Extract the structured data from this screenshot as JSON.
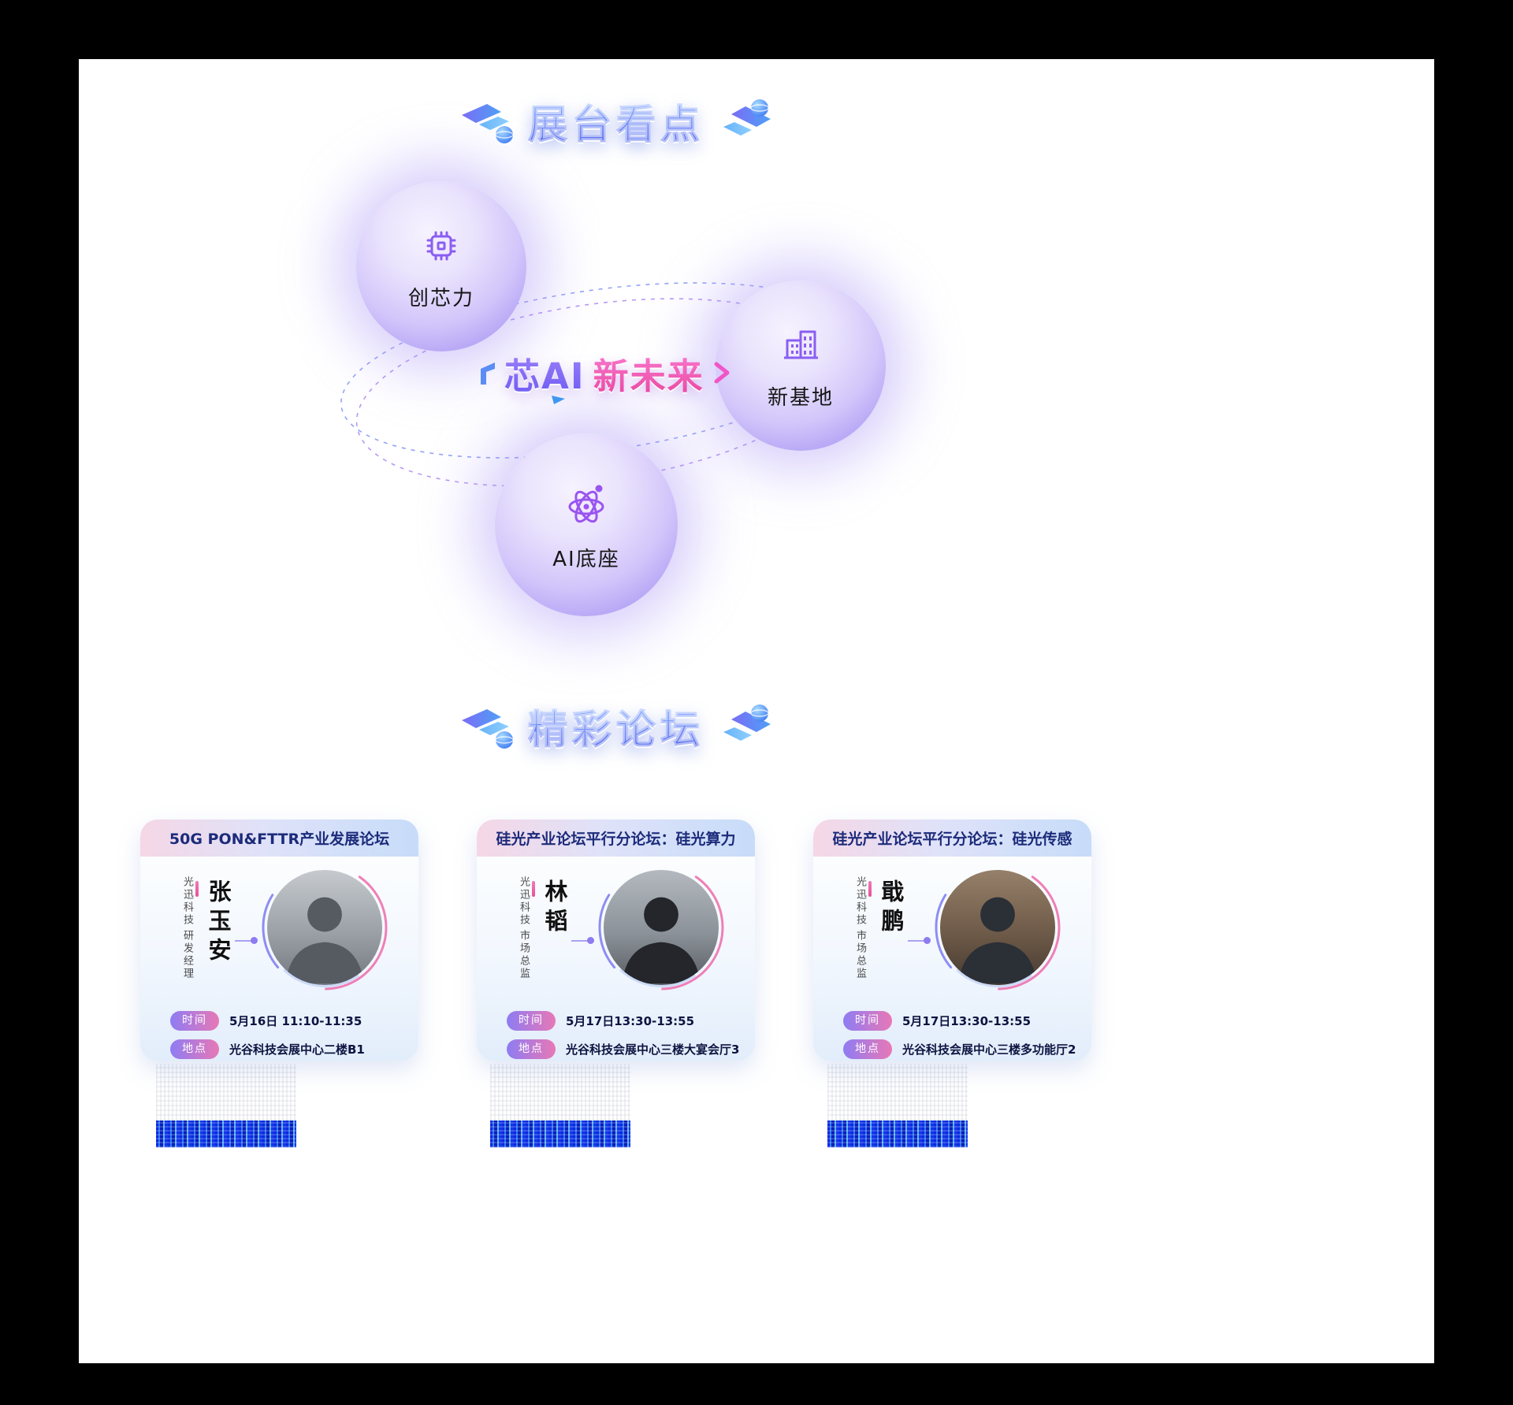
{
  "page": {
    "frame_color": "#000000",
    "background": "#ffffff"
  },
  "booth_section": {
    "title": "展台看点",
    "slogan": {
      "part1": "芯AI",
      "part2": "新未来"
    },
    "bubbles": [
      {
        "label": "创芯力",
        "icon": "chip-icon"
      },
      {
        "label": "新基地",
        "icon": "building-icon"
      },
      {
        "label": "AI底座",
        "icon": "atom-icon"
      }
    ]
  },
  "forum_section": {
    "title": "精彩论坛",
    "field_labels": {
      "time": "时间",
      "place": "地点"
    },
    "cards": [
      {
        "title": "50G PON&FTTR产业发展论坛",
        "company": "光迅科技",
        "role": "研发经理",
        "name": "张玉安",
        "time": "5月16日 11:10-11:35",
        "place": "光谷科技会展中心二楼B1"
      },
      {
        "title": "硅光产业论坛平行分论坛：硅光算力",
        "company": "光迅科技",
        "role": "市场总监",
        "name": "林韬",
        "time": "5月17日13:30-13:55",
        "place": "光谷科技会展中心三楼大宴会厅3"
      },
      {
        "title": "硅光产业论坛平行分论坛：硅光传感",
        "company": "光迅科技",
        "role": "市场总监",
        "name": "戢鹏",
        "time": "5月17日13:30-13:55",
        "place": "光谷科技会展中心三楼多功能厅2"
      }
    ]
  },
  "colors": {
    "header_gradient_top": "#9cc0ff",
    "header_gradient_bottom": "#4256ea",
    "slogan_purple": "#6a5af2",
    "slogan_pink": "#e9449e",
    "card_title_navy": "#1c2b7a",
    "badge_purple": "#8e7cf3",
    "badge_pink": "#e878b6",
    "bubble_glow": "#a792f6"
  }
}
